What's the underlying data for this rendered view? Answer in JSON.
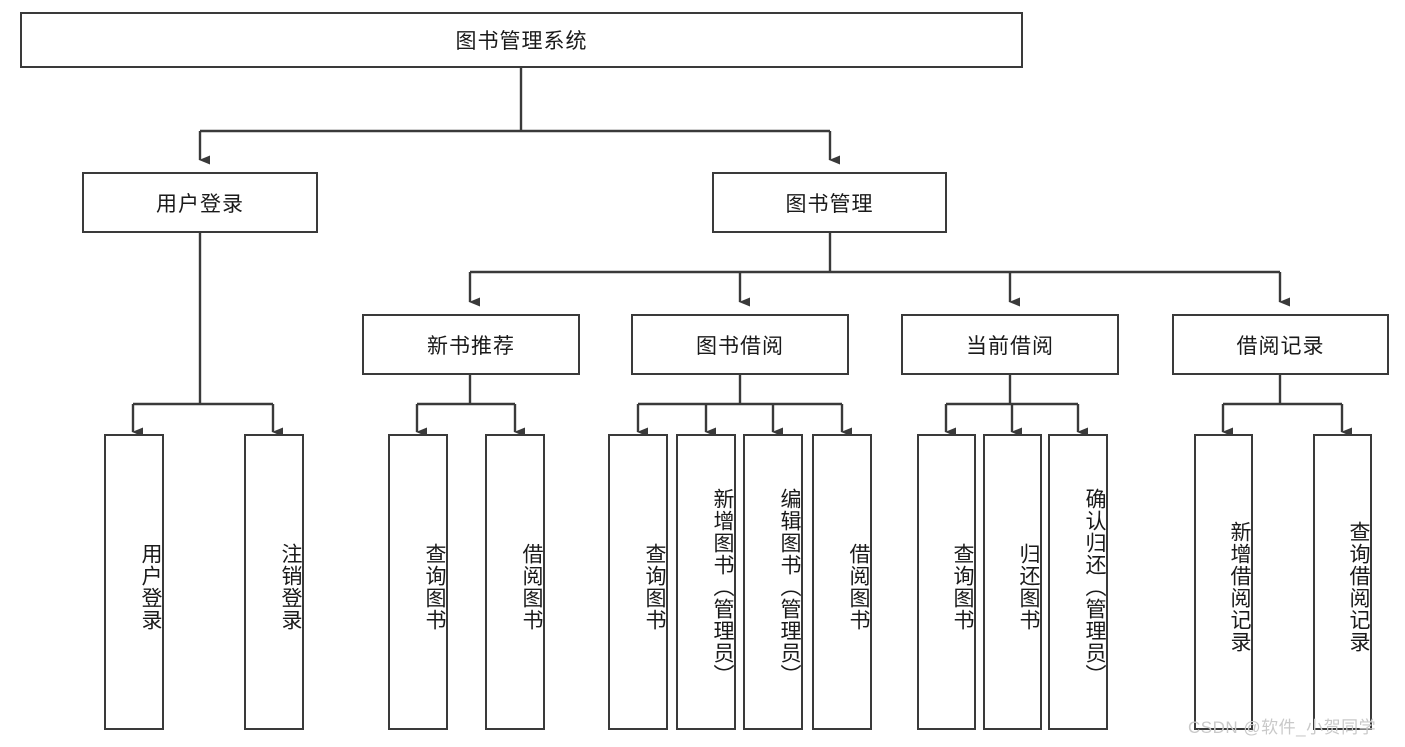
{
  "diagram": {
    "type": "tree-hierarchy-chart",
    "title": "图书管理系统",
    "orientation": "top-down",
    "box_fill": "#ffffff",
    "box_stroke": "#3a3a3a",
    "connector_color": "#3a3a3a"
  },
  "root": {
    "label": "图书管理系统"
  },
  "level2": [
    {
      "label": "用户登录"
    },
    {
      "label": "图书管理"
    }
  ],
  "level3": [
    {
      "label": "新书推荐"
    },
    {
      "label": "图书借阅"
    },
    {
      "label": "当前借阅"
    },
    {
      "label": "借阅记录"
    }
  ],
  "leaves": {
    "user_login": [
      {
        "label": "用户登录"
      },
      {
        "label": "注销登录"
      }
    ],
    "new_book_recommend": [
      {
        "label": "查询图书"
      },
      {
        "label": "借阅图书"
      }
    ],
    "book_borrow": [
      {
        "label": "查询图书"
      },
      {
        "label": "新增图书（管理员）"
      },
      {
        "label": "编辑图书（管理员）"
      },
      {
        "label": "借阅图书"
      }
    ],
    "current_borrow": [
      {
        "label": "查询图书"
      },
      {
        "label": "归还图书"
      },
      {
        "label": "确认归还（管理员）"
      }
    ],
    "borrow_record": [
      {
        "label": "新增借阅记录"
      },
      {
        "label": "查询借阅记录"
      }
    ]
  },
  "watermark": {
    "text": "CSDN @软件_小贺同学"
  }
}
